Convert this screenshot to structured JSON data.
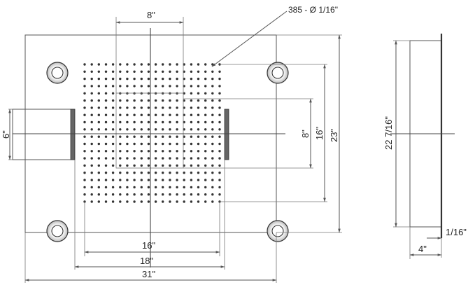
{
  "callout": {
    "holes": "385 - Ø 1/16\""
  },
  "front_view": {
    "dim_top": "8\"",
    "dim_inner_16": "16\"",
    "dim_18": "18\"",
    "dim_31": "31\"",
    "dim_left_6": "6\"",
    "dim_right_8": "8\"",
    "dim_right_16": "16\"",
    "dim_right_23": "23\""
  },
  "side_view": {
    "dim_height": "22 7/16\"",
    "dim_thickness": "1/16\"",
    "dim_depth": "4\""
  },
  "colors": {
    "line": "#555555",
    "text": "#222222",
    "dot": "#333333"
  }
}
